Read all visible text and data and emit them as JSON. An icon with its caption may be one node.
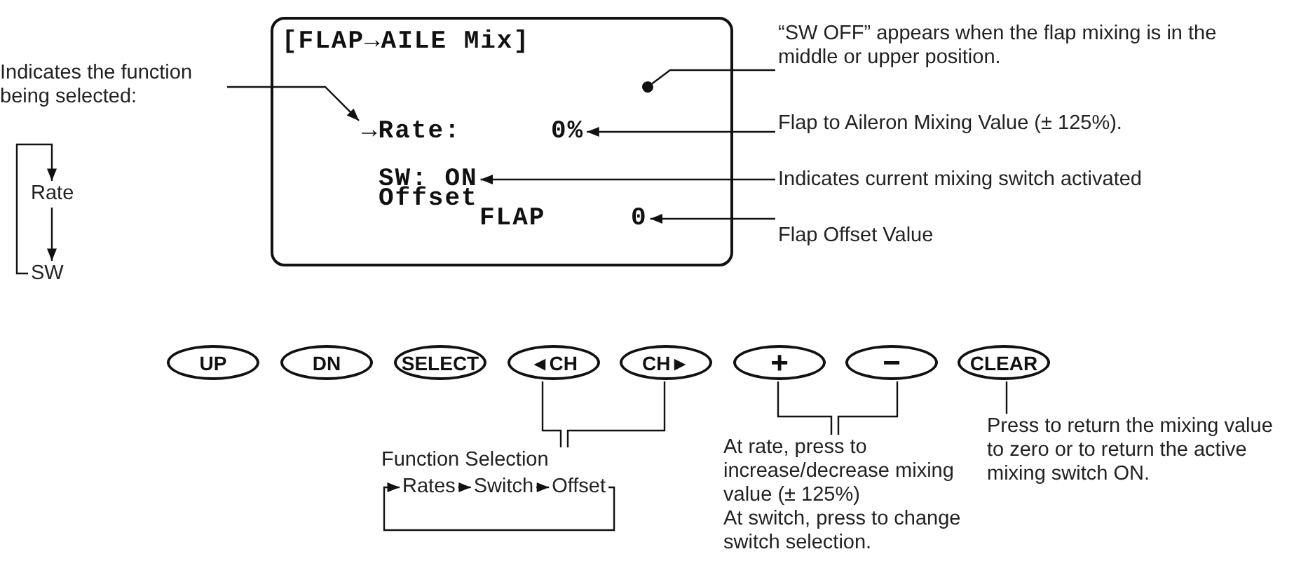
{
  "diagram": {
    "nodes": [
      {
        "text": [
          "[FLAP→AILE Mix]",
          "Offset",
          "FLAP"
        ]
      },
      {
        "text": [
          "→Rate:"
        ],
        "in": 0
      },
      {
        "text": [
          "0%"
        ],
        "in": 0
      },
      {
        "text": [
          "SW: ON"
        ],
        "in": 0
      },
      {
        "text": [
          "0"
        ],
        "in": 0
      },
      {
        "text": [
          "Indicates the function being selected:"
        ]
      },
      {
        "text": [
          "Rate"
        ]
      },
      {
        "text": [
          "SW"
        ]
      },
      {
        "text": [
          "“SW OFF” appears when the flap mixing is in the middle or upper position."
        ]
      },
      {
        "text": [
          "Flap to Aileron Mixing Value (± 125%)."
        ]
      },
      {
        "text": [
          "Indicates current mixing switch activated"
        ]
      },
      {
        "text": [
          "Flap Offset Value"
        ]
      },
      {
        "text": [
          "UP"
        ]
      },
      {
        "text": [
          "DN"
        ]
      },
      {
        "text": [
          "SELECT"
        ]
      },
      {
        "text": [
          "◄CH"
        ]
      },
      {
        "text": [
          "CH►"
        ]
      },
      {
        "text": [
          "+"
        ]
      },
      {
        "text": [
          "−"
        ]
      },
      {
        "text": [
          "CLEAR"
        ]
      },
      {
        "text": [
          "Function Selection"
        ]
      },
      {
        "text": [
          "Rates"
        ]
      },
      {
        "text": [
          "Switch"
        ]
      },
      {
        "text": [
          "Offset"
        ]
      },
      {
        "text": [
          "At rate, press to increase/decrease mixing value (± 125%)",
          "At switch, press to change switch selection."
        ]
      },
      {
        "text": [
          "Press to return the mixing value to zero or to return the active mixing switch ON."
        ]
      }
    ],
    "edges": [
      {
        "from": 5,
        "to": 1,
        "arrow": "to"
      },
      {
        "from": 7,
        "to": 6,
        "arrow": "to"
      },
      {
        "from": 6,
        "to": 7,
        "arrow": "to"
      },
      {
        "from": 8,
        "to": null,
        "arrow": "other"
      },
      {
        "from": 9,
        "to": 2,
        "arrow": "to"
      },
      {
        "from": 10,
        "to": 3,
        "arrow": "to"
      },
      {
        "from": 11,
        "to": 4,
        "arrow": "to"
      },
      {
        "from": 15,
        "to": 20,
        "arrow": "none"
      },
      {
        "from": 16,
        "to": 20,
        "arrow": "none"
      },
      {
        "from": 17,
        "to": 24,
        "arrow": "none"
      },
      {
        "from": 18,
        "to": 24,
        "arrow": "none"
      },
      {
        "from": 19,
        "to": 25,
        "arrow": "none"
      },
      {
        "from": 21,
        "to": 22,
        "arrow": "to"
      },
      {
        "from": 22,
        "to": 23,
        "arrow": "to"
      },
      {
        "from": 23,
        "to": 21,
        "arrow": "to"
      }
    ]
  }
}
